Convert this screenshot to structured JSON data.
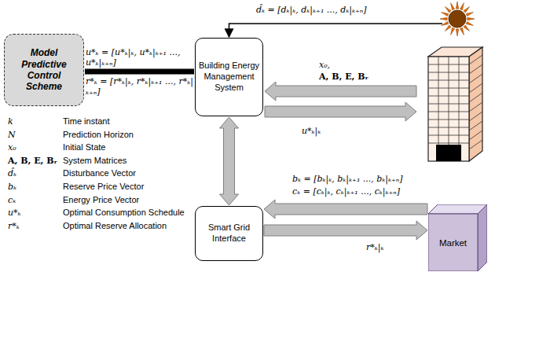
{
  "diagram": {
    "nodes": [
      {
        "text": [
          "Model Predictive Control Scheme"
        ]
      },
      {
        "text": [
          "Building Energy Management System"
        ]
      },
      {
        "text": [
          "Smart Grid Interface"
        ]
      },
      {
        "text": [
          "Market"
        ]
      }
    ],
    "edges": [
      {
        "from": 0,
        "to": 1,
        "arrow": "none",
        "label": "u*ₖ = [u*ₖ|ₖ, u*ₖ|ₖ₊₁ ..., u*ₖ|ₖ₊ₙ]"
      },
      {
        "from": 1,
        "to": 2,
        "arrow": "both"
      },
      {
        "from": 3,
        "to": 2,
        "arrow": "to",
        "label": "bₖ = [bₖ|ₖ, bₖ|ₖ₊₁ ..., bₖ|ₖ₊ₙ]"
      },
      {
        "from": 2,
        "to": 3,
        "arrow": "to",
        "label": "r*ₖ|ₖ"
      }
    ],
    "labels": [
      "r*ₖ = [r*ₖ|ₖ, r*ₖ|ₖ₊₁ ..., r*ₖ|ₖ₊ₙ]",
      "d̂ₖ = [dₖ|ₖ, dₖ|ₖ₊₁ ..., dₖ|ₖ₊ₙ]",
      "x₀,",
      "A, B, E, Bᵣ",
      "u*ₖ|ₖ",
      "cₖ = [cₖ|ₖ, cₖ|ₖ₊₁ ..., cₖ|ₖ₊ₙ]",
      "k",
      "Time instant",
      "N",
      "Prediction Horizon",
      "x₀",
      "Initial State",
      "A, B, E, Bᵣ",
      "System Matrices",
      "d̂ₖ",
      "Disturbance Vector",
      "bₖ",
      "Reserve Price Vector",
      "cₖ",
      "Energy Price Vector",
      "u*ₖ",
      "Optimal Consumption Schedule",
      "r*ₖ",
      "Optimal Reserve Allocation"
    ]
  }
}
